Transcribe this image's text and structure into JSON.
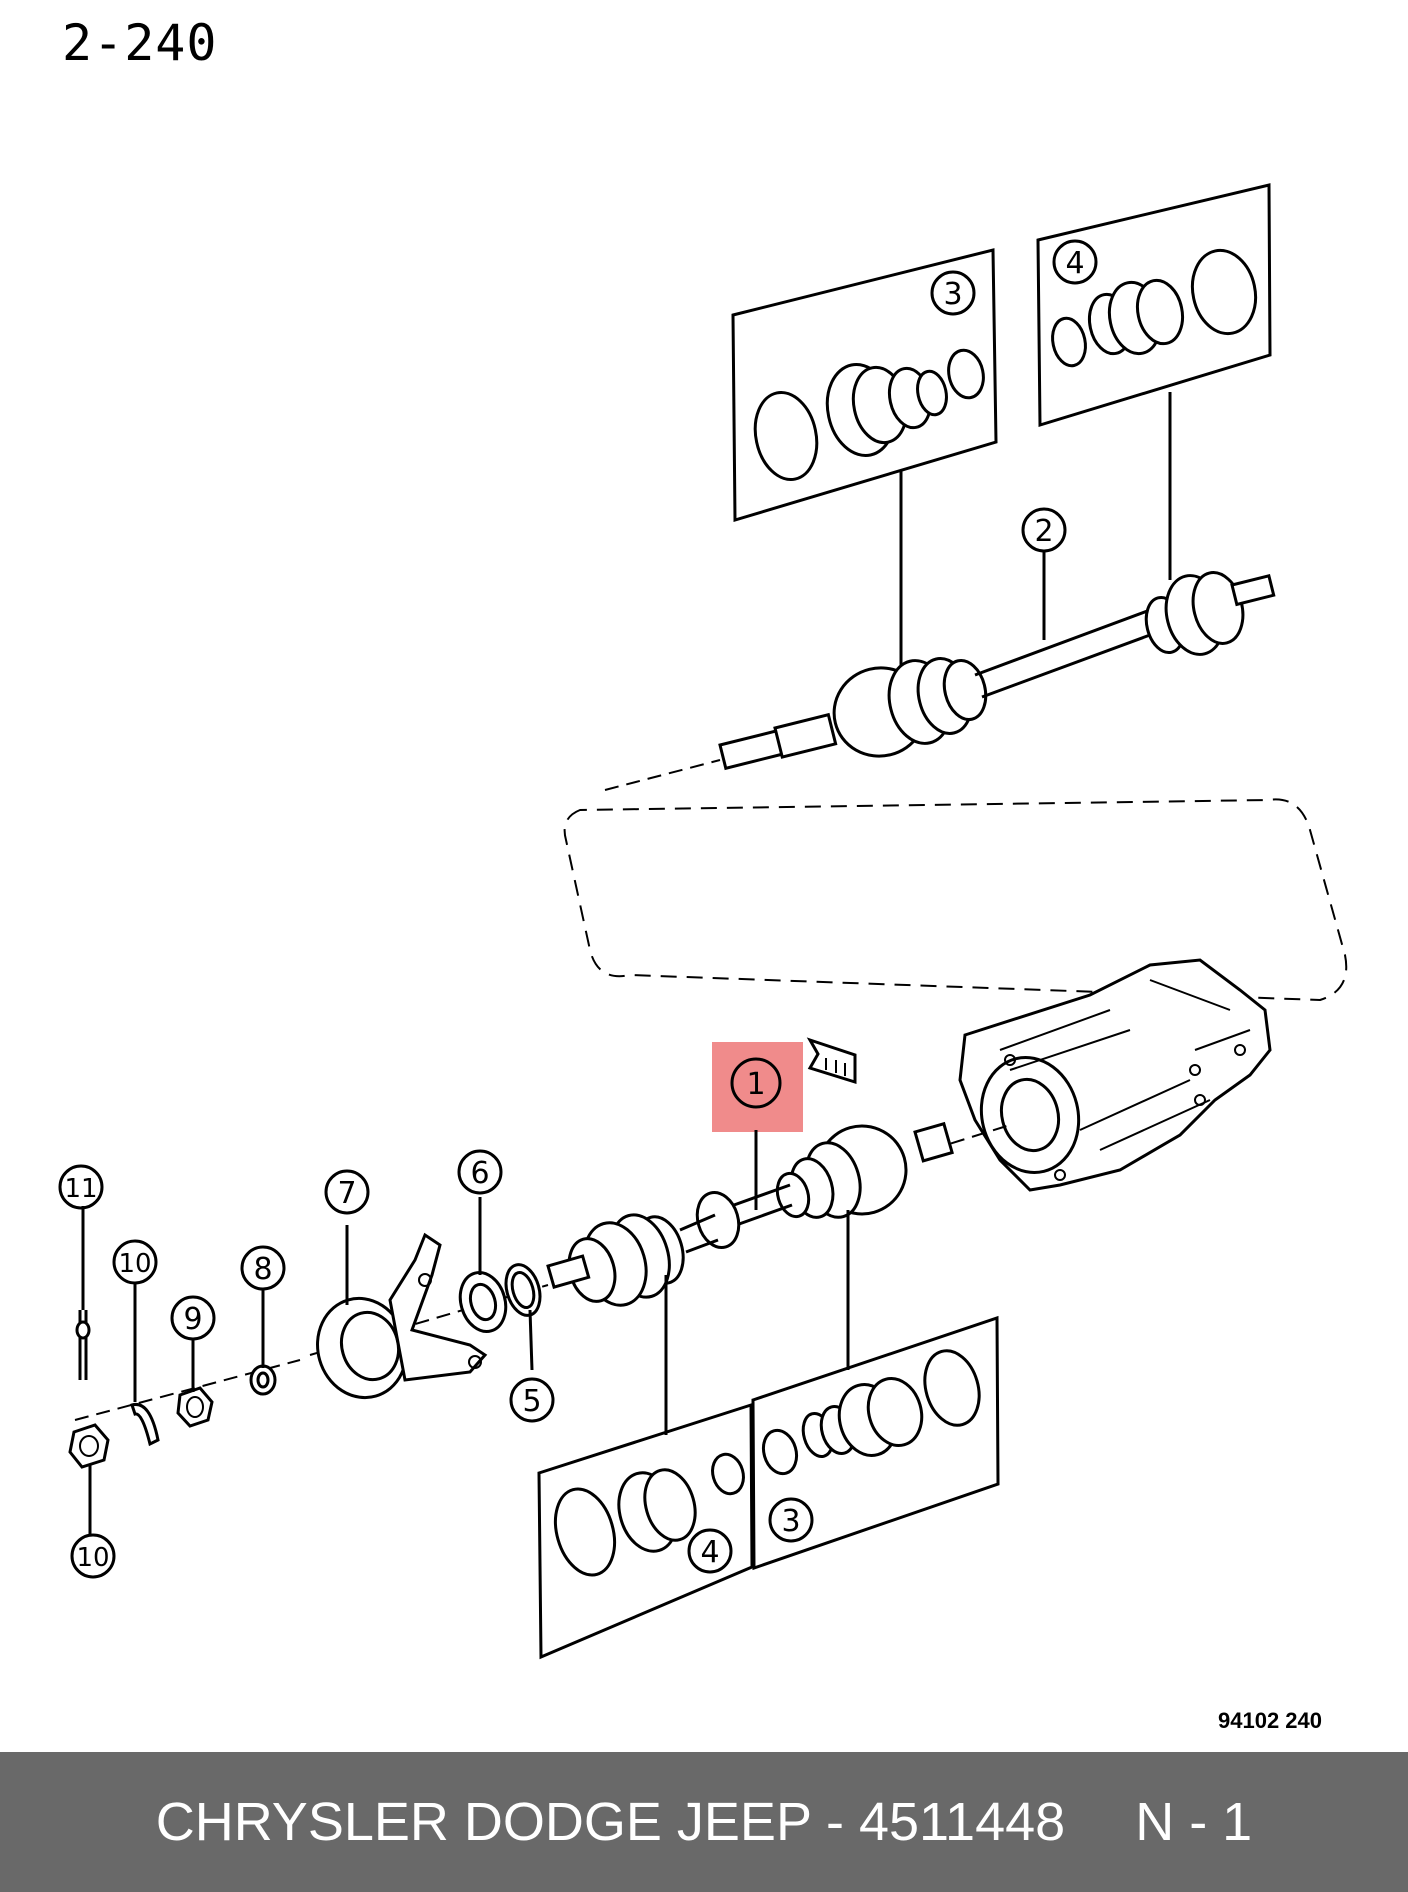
{
  "page_number": "2-240",
  "reference_code": "94102  240",
  "footer": {
    "brand": "CHRYSLER DODGE JEEP - 4511448",
    "page": "N - 1"
  },
  "callouts": {
    "c1": "1",
    "c2": "2",
    "c3_top": "3",
    "c4_top": "4",
    "c3_bottom": "3",
    "c4_bottom": "4",
    "c5": "5",
    "c6": "6",
    "c7": "7",
    "c8": "8",
    "c9": "9",
    "c10_upper": "10",
    "c10_lower": "10",
    "c11": "11"
  },
  "colors": {
    "highlight": "#f08b8b",
    "footer_bg": "#696969",
    "footer_text": "#ffffff"
  }
}
